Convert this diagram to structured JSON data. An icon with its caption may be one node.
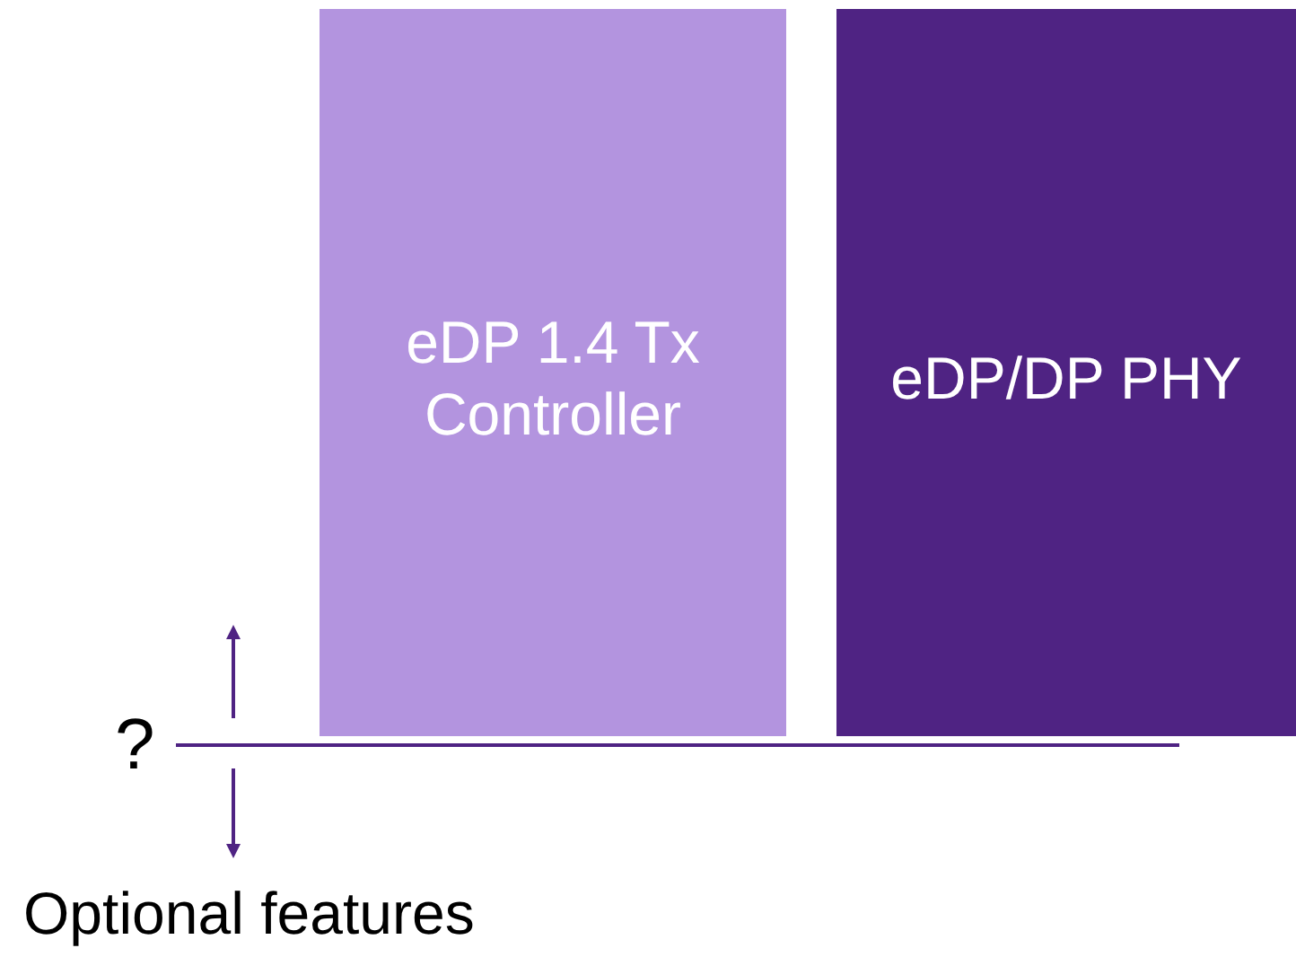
{
  "diagram": {
    "nodes": [
      {
        "text": [
          "eDP 1.4 Tx Controller"
        ]
      },
      {
        "text": [
          "eDP/DP PHY"
        ]
      }
    ],
    "labels": [
      "?",
      "Optional features"
    ]
  }
}
